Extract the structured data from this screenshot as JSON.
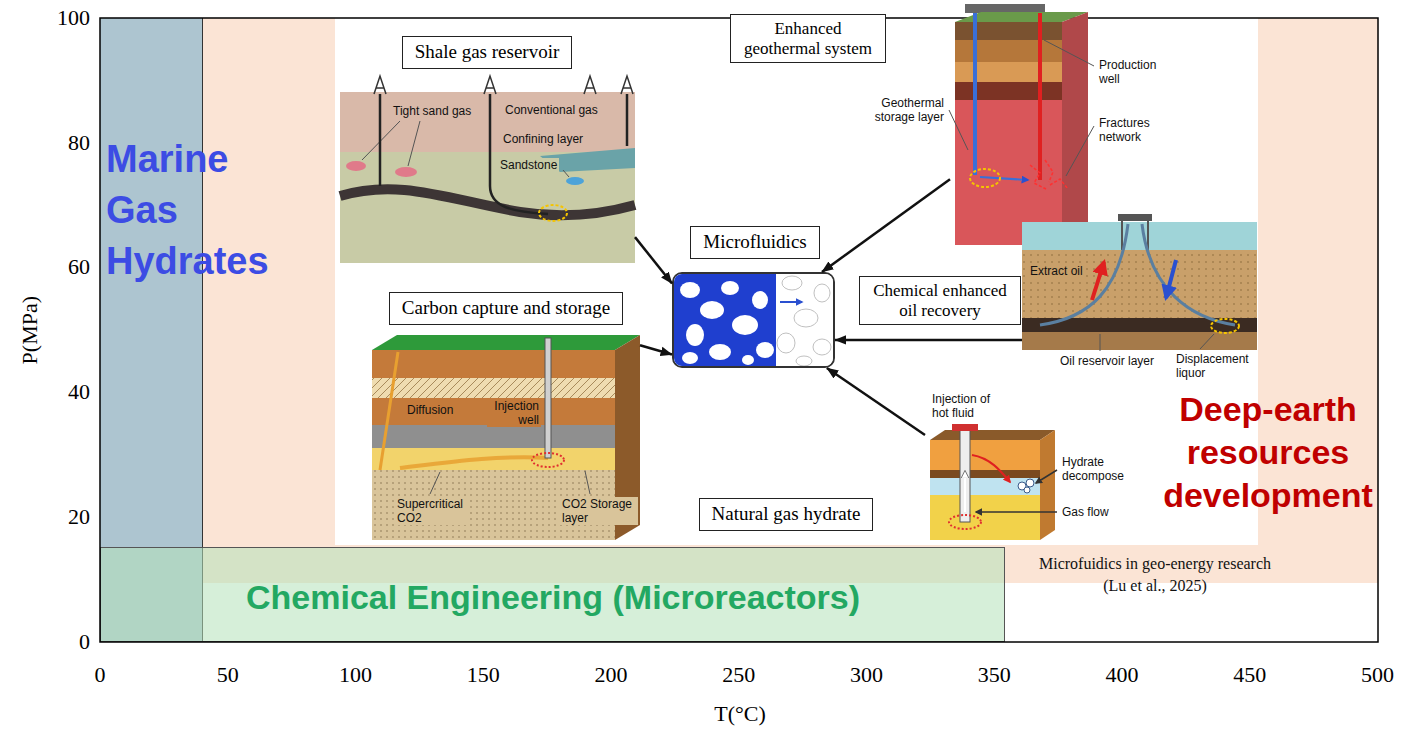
{
  "diagram": {
    "nodes": [
      {
        "text": [
          "Marine Gas Hydrates"
        ]
      },
      {
        "text": [
          "Deep-earth resources development"
        ]
      },
      {
        "text": [
          "Microfuidics in geo-energy research (Lu et al., 2025)"
        ],
        "in": 1
      },
      {
        "text": [
          "Shale gas reservoir",
          "Tight sand gas",
          "Conventional gas",
          "Confining layer",
          "Sandstone"
        ],
        "in": 2
      },
      {
        "text": [
          "Enhanced geothermal system",
          "Production well",
          "Geothermal storage layer",
          "Fractures network"
        ],
        "in": 2
      },
      {
        "text": [
          "Microfluidics"
        ],
        "in": 2
      },
      {
        "text": [
          "Chemical enhanced oil recovery",
          "Extract oil",
          "Oil reservoir layer",
          "Displacement liquor"
        ],
        "in": 2
      },
      {
        "text": [
          "Carbon capture and storage",
          "Injection well",
          "Diffusion",
          "Supercritical CO2",
          "CO2 Storage layer"
        ],
        "in": 2
      },
      {
        "text": [
          "Natural gas hydrate",
          "Injection of hot fluid",
          "Hydrate decompose",
          "Gas flow"
        ],
        "in": 2
      },
      {
        "text": [
          "Chemical Engineering (Microreactors)"
        ]
      }
    ],
    "edges": [
      {
        "from": 3,
        "to": 5,
        "arrow": "to"
      },
      {
        "from": 4,
        "to": 5,
        "arrow": "to"
      },
      {
        "from": 6,
        "to": 5,
        "arrow": "to"
      },
      {
        "from": 7,
        "to": 5,
        "arrow": "to"
      },
      {
        "from": 8,
        "to": 5,
        "arrow": "to"
      }
    ],
    "labels": [
      "P(MPa)",
      "T(°C)",
      "100",
      "80",
      "60",
      "40",
      "20",
      "0",
      "0",
      "50",
      "100",
      "150",
      "200",
      "250",
      "300",
      "350",
      "400",
      "450",
      "500"
    ]
  }
}
